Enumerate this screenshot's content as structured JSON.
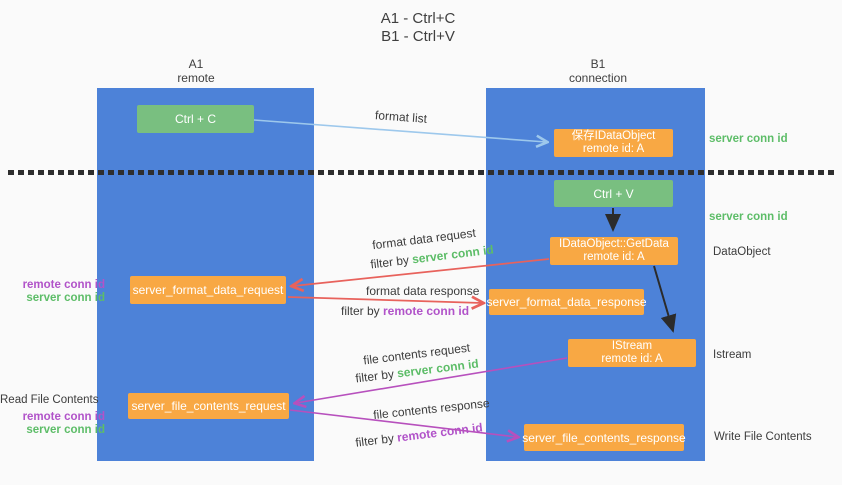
{
  "title": {
    "line1": "A1 - Ctrl+C",
    "line2": "B1 - Ctrl+V"
  },
  "lanes": {
    "left": {
      "line1": "A1",
      "line2": "remote"
    },
    "right": {
      "line1": "B1",
      "line2": "connection"
    }
  },
  "boxes": {
    "ctrl_c": "Ctrl + C",
    "save_idataobject": {
      "line1": "保存IDataObject",
      "line2": "remote id: A"
    },
    "ctrl_v": "Ctrl + V",
    "getdata": {
      "line1": "IDataObject::GetData",
      "line2": "remote id: A"
    },
    "format_request": "server_format_data_request",
    "format_response": "server_format_data_response",
    "istream": {
      "line1": "IStream",
      "line2": "remote id: A"
    },
    "file_request": "server_file_contents_request",
    "file_response": "server_file_contents_response"
  },
  "edge_labels": {
    "format_list": "format list",
    "format_data_request": "format data request",
    "format_data_response": "format data response",
    "file_contents_request": "file contents request",
    "file_contents_response": "file contents response",
    "filters": {
      "f1": {
        "prefix": "filter by ",
        "id": "server conn id"
      },
      "f2": {
        "prefix": "filter by ",
        "id": "remote conn id"
      },
      "f3": {
        "prefix": "filter by ",
        "id": "server conn id"
      },
      "f4": {
        "prefix": "filter by ",
        "id": "remote conn id"
      }
    }
  },
  "side_labels": {
    "right_top_server_conn": "server conn id",
    "right_mid_server_conn": "server conn id",
    "dataobject": "DataObject",
    "istream": "Istream",
    "write_file_contents": "Write File Contents",
    "left_remote_conn_1": "remote conn id",
    "left_server_conn_1": "server conn id",
    "read_file_contents": "Read File Contents",
    "left_remote_conn_2": "remote conn id",
    "left_server_conn_2": "server conn id"
  },
  "colors": {
    "lane_blue": "#4d82d8",
    "box_green": "#79bf80",
    "box_orange": "#f8a844",
    "arrow_light_blue": "#9dc8ec",
    "arrow_red": "#e8625c",
    "arrow_magenta": "#b750bd",
    "arrow_black": "#2b2b2b",
    "label_green": "#5dbd68",
    "label_purple": "#b153c9",
    "text_dark": "#3c3c3c",
    "background": "#fafafa"
  }
}
